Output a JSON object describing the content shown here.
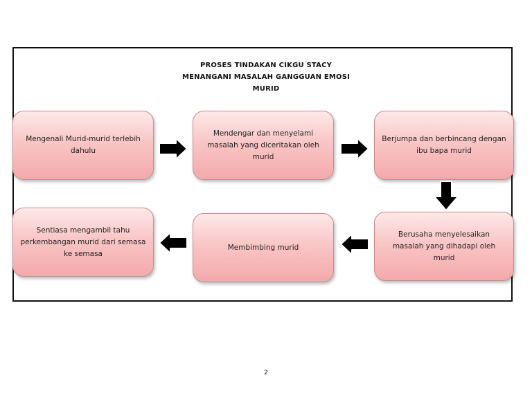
{
  "diagram": {
    "title_lines": [
      "PROSES TINDAKAN CIKGU STACY",
      "MENANGANI MASALAH GANGGUAN EMOSI",
      "MURID"
    ],
    "steps": [
      "Mengenali Murid-murid terlebih dahulu",
      "Mendengar dan menyelami masalah yang diceritakan oleh murid",
      "Berjumpa dan berbincang dengan ibu bapa murid",
      "Berusaha menyelesaikan masalah yang dihadapi oleh murid",
      "Membimbing murid",
      "Sentiasa mengambil tahu perkembangan murid dari semasa ke semasa"
    ],
    "box_color": "#f9c6c6",
    "arrow_color": "#000000"
  },
  "page_number": "2"
}
